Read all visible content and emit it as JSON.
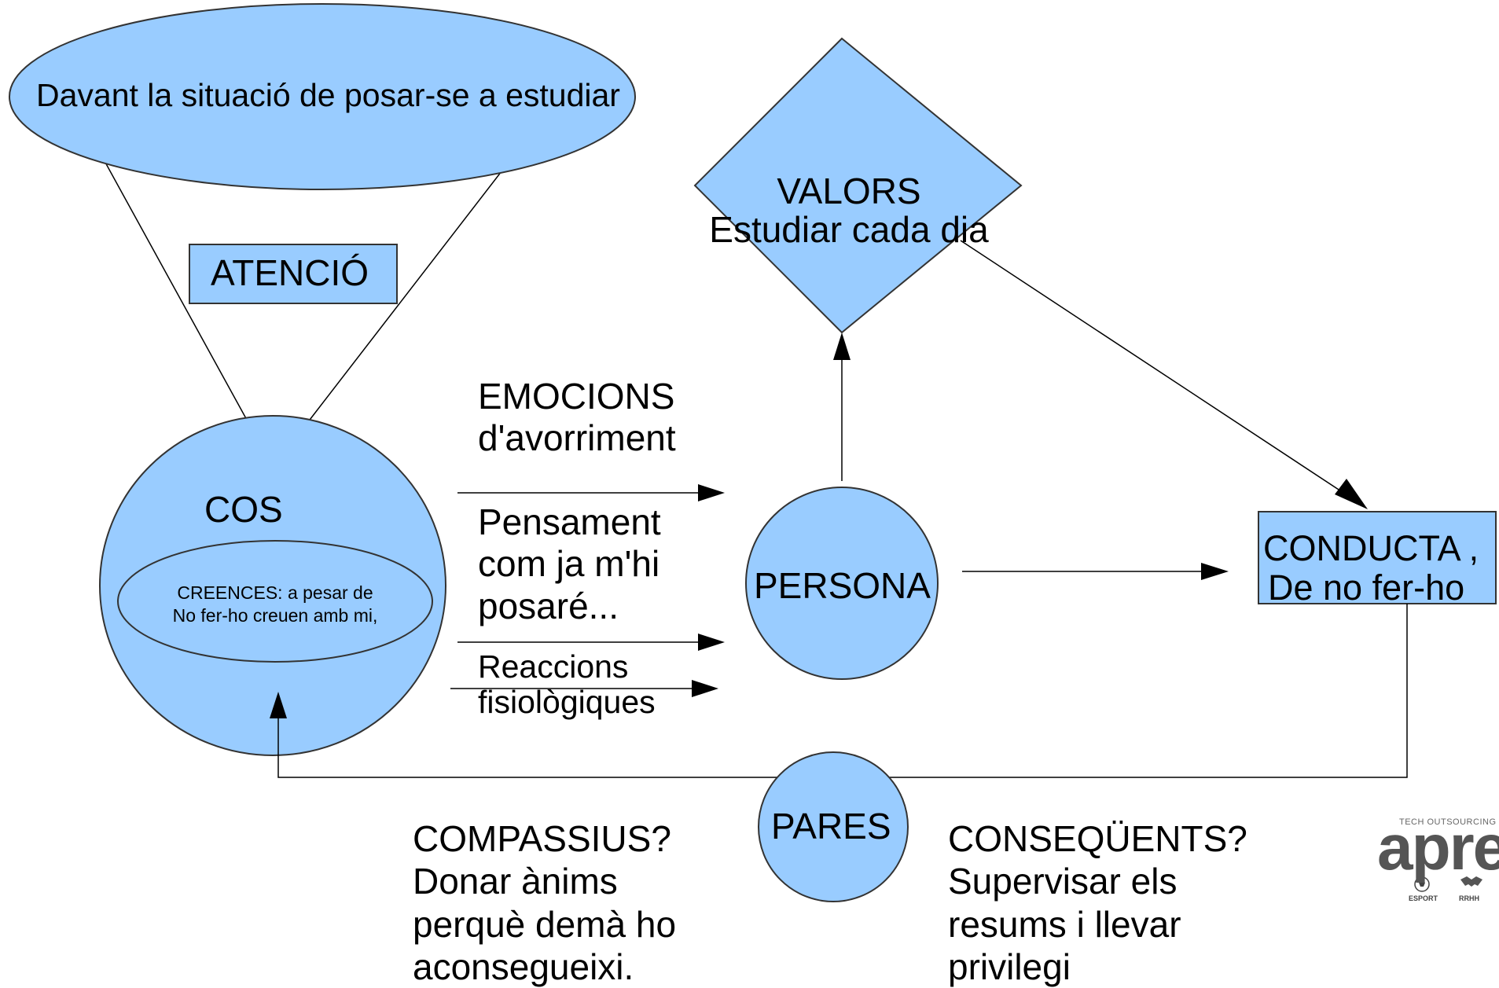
{
  "nodes": {
    "situation": "Davant la situació de posar-se a estudiar",
    "attention": "ATENCIÓ",
    "values": {
      "title": "VALORS",
      "text": "Estudiar cada dia"
    },
    "body": {
      "title": "COS",
      "beliefs": [
        "CREENCES: a pesar de",
        "No fer-ho creuen amb mi,"
      ]
    },
    "person": "PERSONA",
    "conduct": [
      "CONDUCTA ,",
      "De  no fer-ho"
    ],
    "parents": "PARES"
  },
  "inputs": {
    "emotions": [
      "EMOCIONS",
      "d'avorriment"
    ],
    "thought": [
      "Pensament",
      "com ja m'hi",
      "posaré..."
    ],
    "reactions": [
      "Reaccions",
      "fisiològiques"
    ]
  },
  "parent_styles": {
    "compassionate": [
      "COMPASSIUS?",
      "Donar ànims",
      "perquè demà ho",
      "aconsegueixi."
    ],
    "consistent": [
      "CONSEQÜENTS?",
      "Supervisar els",
      "resums i llevar",
      "privilegi"
    ]
  },
  "logo": {
    "tagline": "TECH OUTSOURCING SO",
    "wordmark": "apre",
    "items": [
      {
        "label": "ESPORT",
        "icon": "soccer-ball-icon"
      },
      {
        "label": "RRHH",
        "icon": "handshake-icon"
      }
    ]
  },
  "colors": {
    "fill": "#99ccff",
    "stroke": "#333333",
    "line": "#000000"
  }
}
